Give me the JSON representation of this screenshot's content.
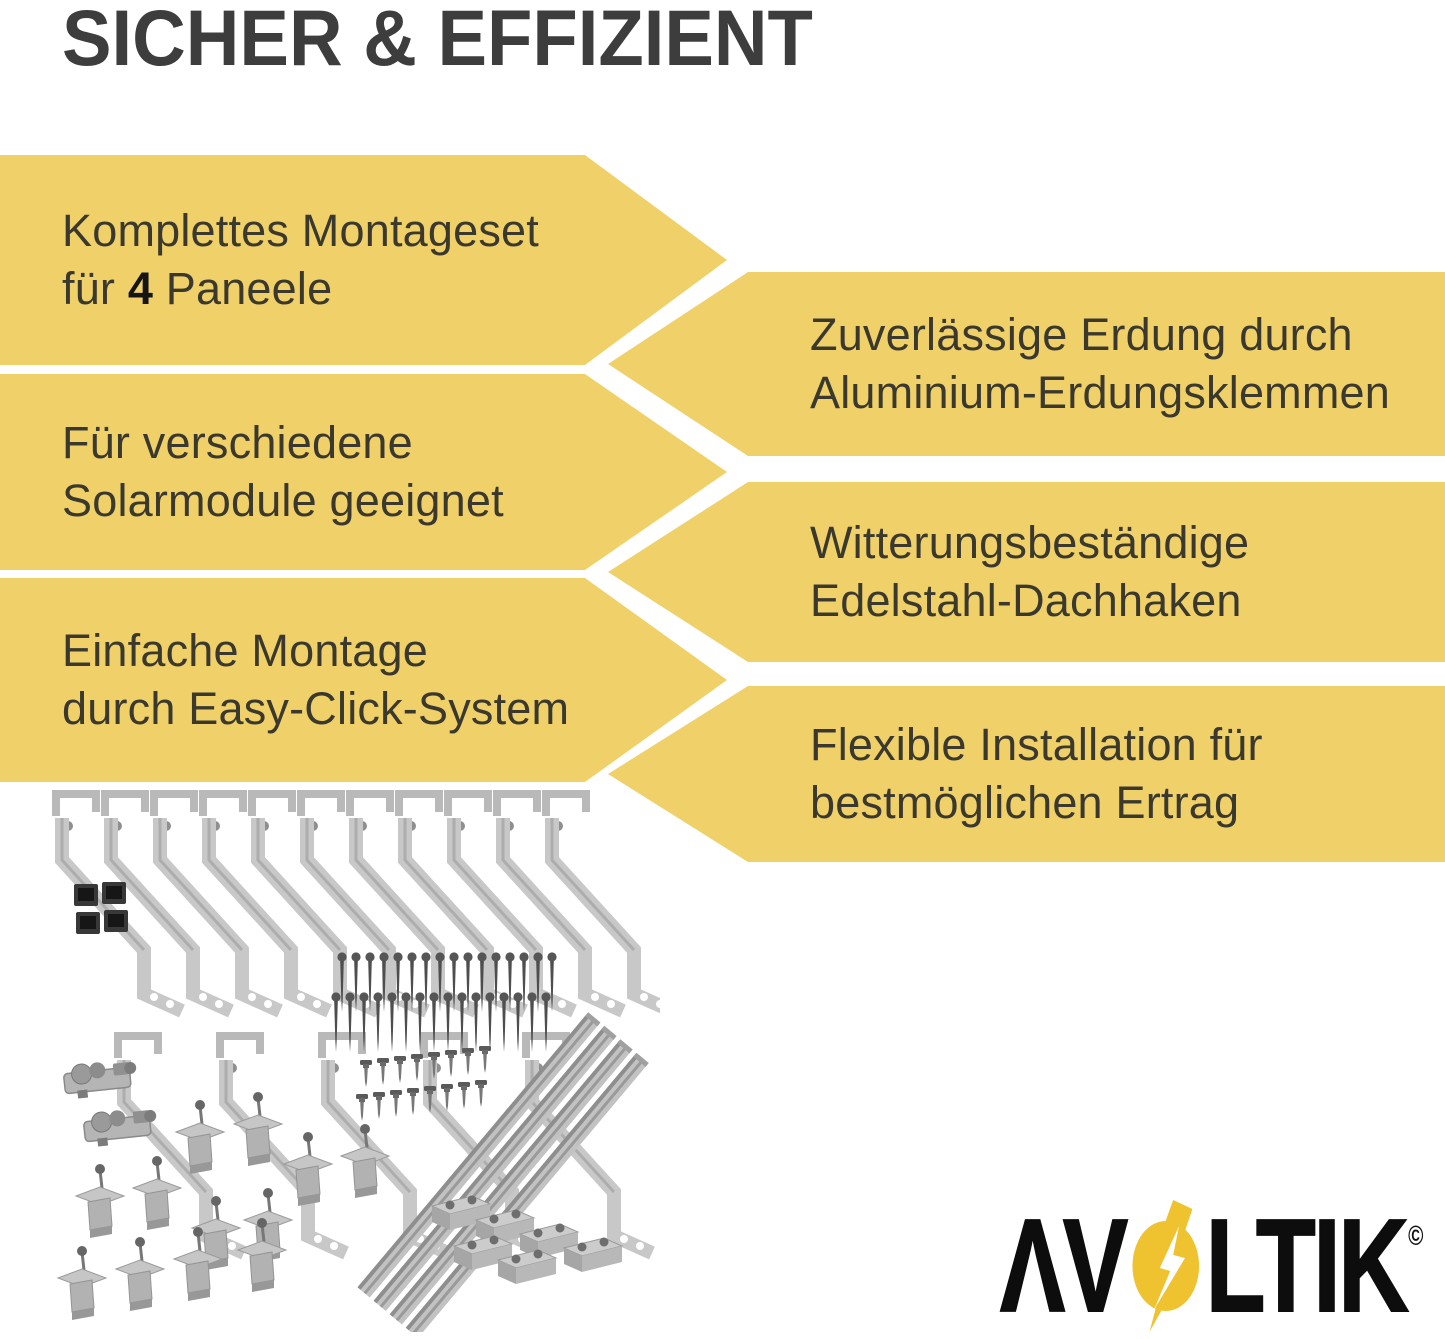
{
  "title": "SICHER & EFFIZIENT",
  "banners": {
    "left": [
      {
        "line1": "Komplettes Montageset",
        "line2_pre": "für ",
        "line2_num": "4",
        "line2_post": " Paneele"
      },
      {
        "line1": "Für verschiedene",
        "line2": "Solarmodule geeignet"
      },
      {
        "line1": "Einfache Montage",
        "line2": "durch Easy-Click-System"
      }
    ],
    "right": [
      {
        "line1": "Zuverlässige Erdung durch",
        "line2": "Aluminium-Erdungsklemmen"
      },
      {
        "line1": "Witterungsbeständige",
        "line2": "Edelstahl-Dachhaken"
      },
      {
        "line1": "Flexible Installation für",
        "line2": "bestmöglichen Ertrag"
      }
    ]
  },
  "logo": {
    "brand": "AVOLTIK",
    "display_left": "ΛV",
    "display_right": "LTIK",
    "copyright": "©"
  },
  "colors": {
    "background": "#FFFFFF",
    "banner_yellow": "#F0D169",
    "banner_text": "#3B392E",
    "title_text": "#3D3D3D",
    "number_accent": "#151515",
    "logo_black": "#0D0D0D",
    "logo_yellow": "#EFC32F",
    "metal_gray": "#C6C6C6",
    "cap_black": "#2D2D2D"
  }
}
